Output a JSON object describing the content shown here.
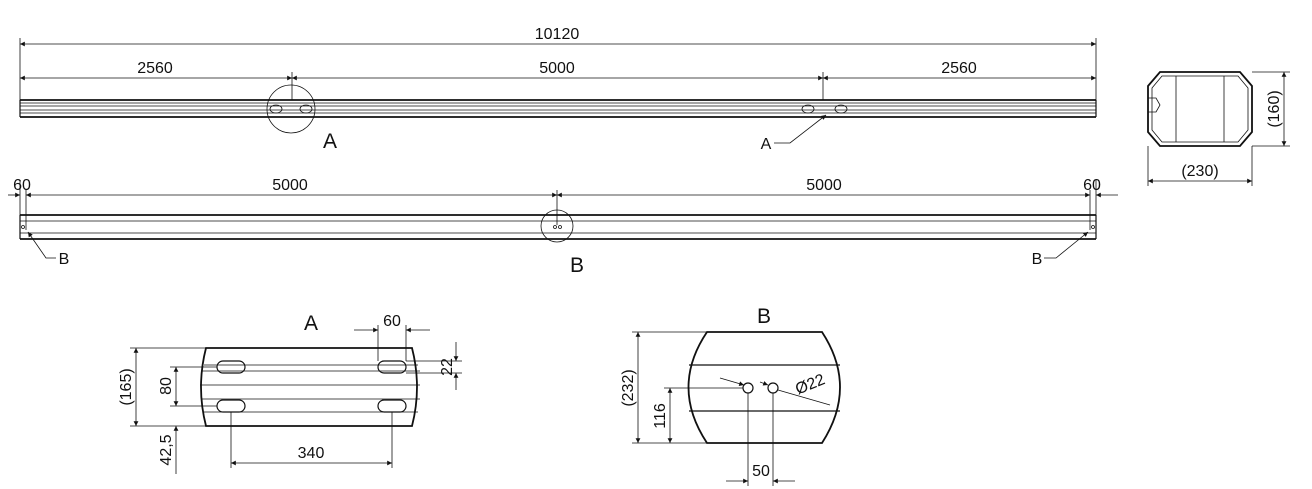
{
  "drawing": {
    "top_view": {
      "overall_length": "10120",
      "left_segment": "2560",
      "middle_segment": "5000",
      "right_segment": "2560",
      "detail_label": "A",
      "leader_label": "A"
    },
    "side_view": {
      "left_end": "60",
      "left_span": "5000",
      "right_span": "5000",
      "right_end": "60",
      "detail_label": "B",
      "leader_left": "B",
      "leader_right": "B"
    },
    "section": {
      "height": "(160)",
      "width": "(230)"
    },
    "detail_a": {
      "title": "A",
      "slot_length": "60",
      "slot_width": "22",
      "overall_height": "(165)",
      "slot_spacing": "80",
      "edge_offset": "42,5",
      "slot_pitch": "340"
    },
    "detail_b": {
      "title": "B",
      "hole_diameter": "Ø22",
      "overall_height": "(232)",
      "hole_height": "116",
      "hole_spacing": "50"
    }
  }
}
